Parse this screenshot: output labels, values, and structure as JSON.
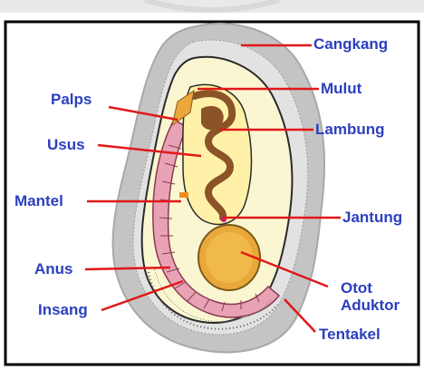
{
  "diagram": {
    "colors": {
      "label_text": "#2b3fbf",
      "leader_line": "#e01818",
      "shell": "#c4c4c4",
      "mantle": "#fbf6d2",
      "gut": "#8a5428",
      "gill": "#e7a3b5",
      "muscle": "#e9a83a",
      "frame": "#000000"
    },
    "labels": [
      {
        "id": "cangkang",
        "text": "Cangkang"
      },
      {
        "id": "mulut",
        "text": "Mulut"
      },
      {
        "id": "palps",
        "text": "Palps"
      },
      {
        "id": "lambung",
        "text": "Lambung"
      },
      {
        "id": "usus",
        "text": "Usus"
      },
      {
        "id": "mantel",
        "text": "Mantel"
      },
      {
        "id": "jantung",
        "text": "Jantung"
      },
      {
        "id": "anus",
        "text": "Anus"
      },
      {
        "id": "otot",
        "text": "Otot"
      },
      {
        "id": "aduktor",
        "text": "Aduktor"
      },
      {
        "id": "insang",
        "text": "Insang"
      },
      {
        "id": "tentakel",
        "text": "Tentakel"
      }
    ]
  }
}
